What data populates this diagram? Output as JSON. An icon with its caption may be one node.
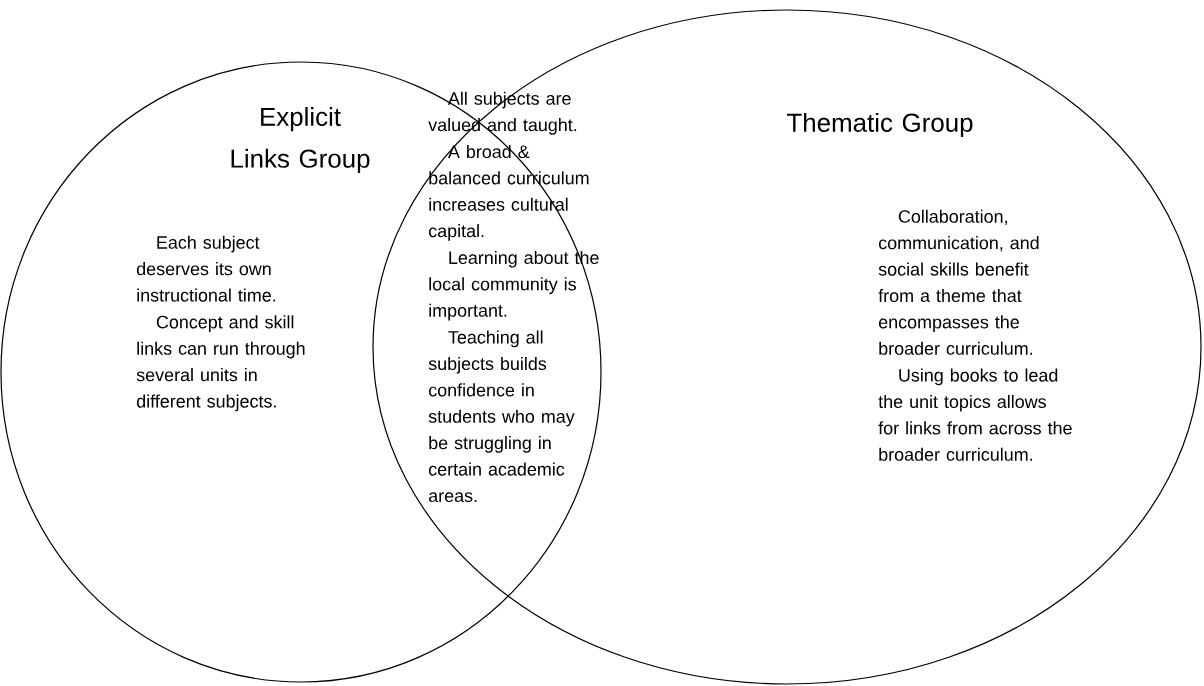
{
  "diagram": {
    "nodes": [
      {
        "text": [
          "Explicit Links Group",
          "Each subject deserves its own instructional time.",
          "Concept and skill links can run through several units in different subjects."
        ]
      },
      {
        "text": [
          "Thematic Group",
          "Collaboration, communication, and social skills benefit from a theme that encompasses the broader curriculum.",
          "Using books to lead the unit topics allows for links from across the broader curriculum."
        ]
      }
    ],
    "labels": [
      "All subjects are valued and taught.",
      "A broad & balanced curriculum increases cultural capital.",
      "Learning about the local community is important.",
      "Teaching all subjects builds confidence in students who may be struggling in certain academic areas."
    ]
  }
}
